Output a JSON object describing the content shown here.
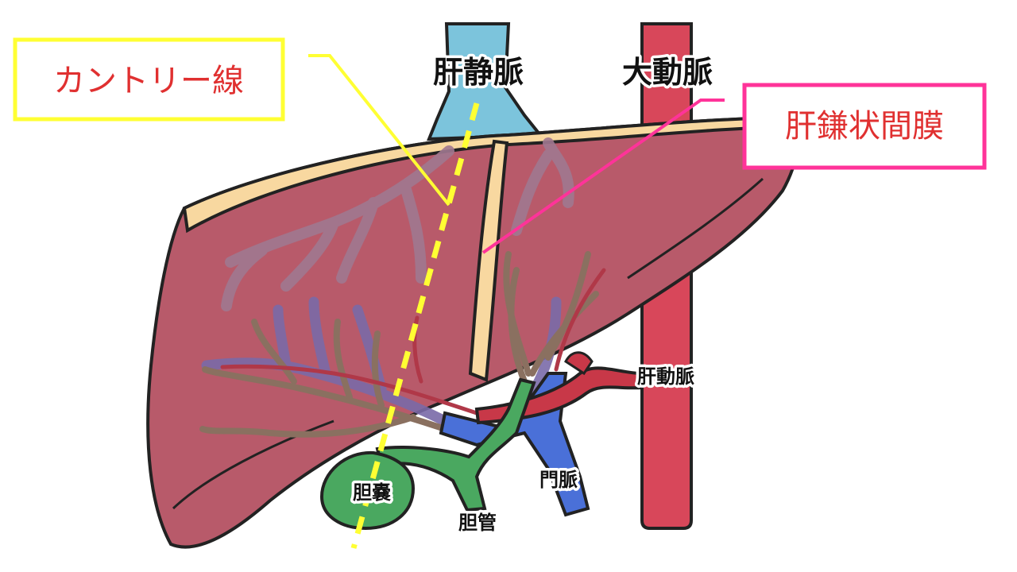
{
  "labels": {
    "cantlie_line": "カントリー線",
    "hepatic_vein": "肝静脈",
    "aorta": "大動脈",
    "falciform_ligament": "肝鎌状間膜",
    "hepatic_artery": "肝動脈",
    "portal_vein": "門脈",
    "gallbladder": "胆嚢",
    "bile_duct": "胆管"
  },
  "colors": {
    "cantlie_line": "#ffff33",
    "cantlie_text": "#e03030",
    "falciform": "#ff3399",
    "falciform_text": "#e03030",
    "liver": "#b85a6a",
    "ligament": "#f8d8a0",
    "hepatic_vein": "#7cc4dc",
    "aorta": "#d8475a",
    "portal_vein": "#4a70d8",
    "bile": "#4aa860",
    "hepatic_artery": "#c83848"
  }
}
